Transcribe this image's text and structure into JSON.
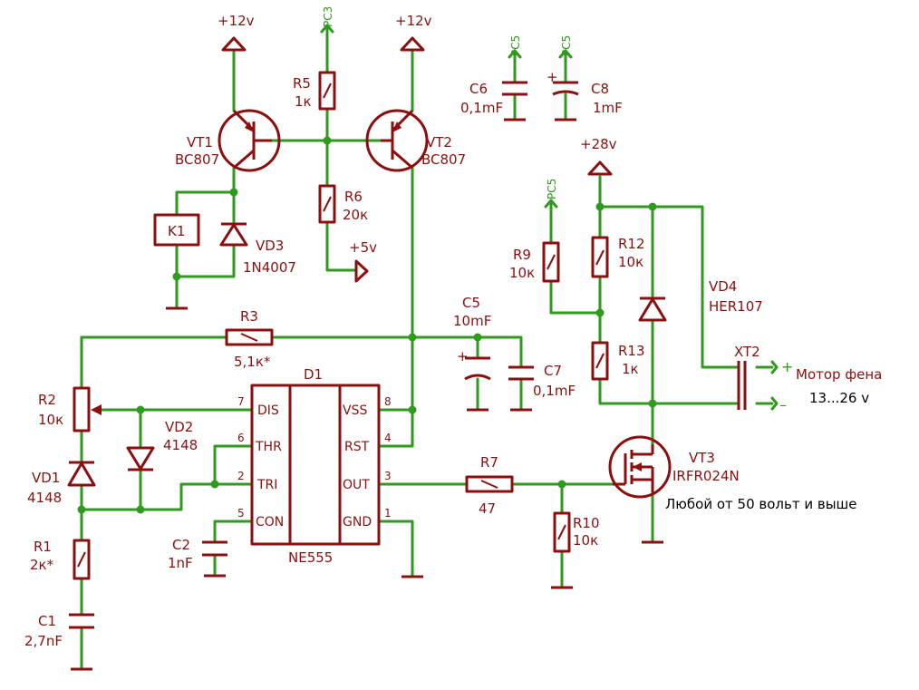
{
  "components": {
    "VT1": {
      "ref": "VT1",
      "value": "BC807"
    },
    "VT2": {
      "ref": "VT2",
      "value": "BC807"
    },
    "VT3": {
      "ref": "VT3",
      "value": "IRFR024N",
      "note": "Любой от 50 вольт и выше"
    },
    "R1": {
      "ref": "R1",
      "value": "2к*"
    },
    "R2": {
      "ref": "R2",
      "value": "10к"
    },
    "R3": {
      "ref": "R3",
      "value": "5,1к*"
    },
    "R5": {
      "ref": "R5",
      "value": "1к"
    },
    "R6": {
      "ref": "R6",
      "value": "20к"
    },
    "R7": {
      "ref": "R7",
      "value": "47"
    },
    "R9": {
      "ref": "R9",
      "value": "10к"
    },
    "R10": {
      "ref": "R10",
      "value": "10к"
    },
    "R12": {
      "ref": "R12",
      "value": "10к"
    },
    "R13": {
      "ref": "R13",
      "value": "1к"
    },
    "C1": {
      "ref": "C1",
      "value": "2,7nF"
    },
    "C2": {
      "ref": "C2",
      "value": "1nF"
    },
    "C5": {
      "ref": "C5",
      "value": "10mF"
    },
    "C6": {
      "ref": "C6",
      "value": "0,1mF"
    },
    "C7": {
      "ref": "C7",
      "value": "0,1mF"
    },
    "C8": {
      "ref": "C8",
      "value": "1mF"
    },
    "VD1": {
      "ref": "VD1",
      "value": "4148"
    },
    "VD2": {
      "ref": "VD2",
      "value": "4148"
    },
    "VD3": {
      "ref": "VD3",
      "value": "1N4007"
    },
    "VD4": {
      "ref": "VD4",
      "value": "HER107"
    },
    "K1": {
      "ref": "K1"
    },
    "D1": {
      "ref": "D1",
      "value": "NE555"
    },
    "XT2": {
      "ref": "XT2",
      "plus": "+",
      "minus": "–",
      "label": "Мотор фена",
      "range": "13...26 v"
    }
  },
  "ic_pins": {
    "dis": {
      "name": "DIS",
      "num": "7"
    },
    "thr": {
      "name": "THR",
      "num": "6"
    },
    "tri": {
      "name": "TRI",
      "num": "2"
    },
    "con": {
      "name": "CON",
      "num": "5"
    },
    "vss": {
      "name": "VSS",
      "num": "8"
    },
    "rst": {
      "name": "RST",
      "num": "4"
    },
    "out": {
      "name": "OUT",
      "num": "3"
    },
    "gnd": {
      "name": "GND",
      "num": "1"
    }
  },
  "nets": {
    "v12": "+12v",
    "v5": "+5v",
    "v28": "+28v",
    "pc3": "PC3",
    "pc5": "PC5",
    "c5_plus": "+",
    "c8_plus": "+"
  },
  "colors": {
    "wire": "#2f9a1d",
    "part": "#8b0f0f",
    "note": "#000000"
  }
}
